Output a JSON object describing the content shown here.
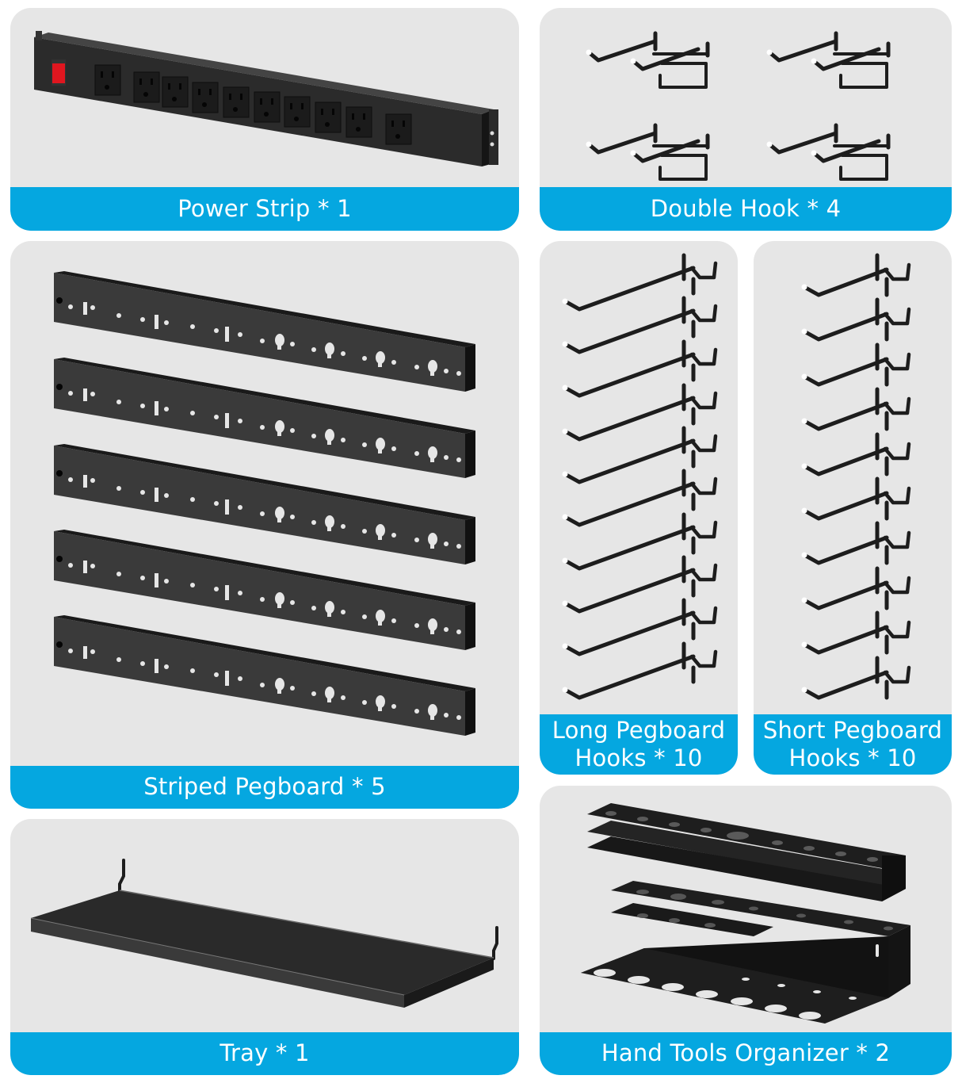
{
  "theme": {
    "card_bg": "#e6e6e6",
    "label_bg": "#05a7e0",
    "label_text": "#ffffff",
    "metal": "#1c1c1c",
    "switch_red": "#e0161f"
  },
  "items": [
    {
      "id": "power-strip",
      "lines": [
        "Power Strip * 1"
      ],
      "name": "Power Strip",
      "quantity": 1
    },
    {
      "id": "double-hook",
      "lines": [
        "Double Hook * 4"
      ],
      "name": "Double Hook",
      "quantity": 4
    },
    {
      "id": "striped-pegboard",
      "lines": [
        "Striped Pegboard * 5"
      ],
      "name": "Striped Pegboard",
      "quantity": 5
    },
    {
      "id": "long-pegboard-hooks",
      "lines": [
        "Long Pegboard",
        "Hooks * 10"
      ],
      "name": "Long Pegboard Hooks",
      "quantity": 10
    },
    {
      "id": "short-pegboard-hooks",
      "lines": [
        "Short Pegboard",
        "Hooks * 10"
      ],
      "name": "Short Pegboard Hooks",
      "quantity": 10
    },
    {
      "id": "tray",
      "lines": [
        "Tray * 1"
      ],
      "name": "Tray",
      "quantity": 1
    },
    {
      "id": "hand-tools-organizer",
      "lines": [
        "Hand Tools Organizer * 2"
      ],
      "name": "Hand Tools Organizer",
      "quantity": 2
    }
  ],
  "icons": {
    "power_strip": "power-strip-icon",
    "double_hook": "double-hook-icon",
    "pegboard": "pegboard-strip-icon",
    "long_hook": "long-hook-icon",
    "short_hook": "short-hook-icon",
    "tray": "tray-icon",
    "organizer": "tool-organizer-icon"
  },
  "power_strip": {
    "outlets": 10,
    "has_switch": true
  }
}
